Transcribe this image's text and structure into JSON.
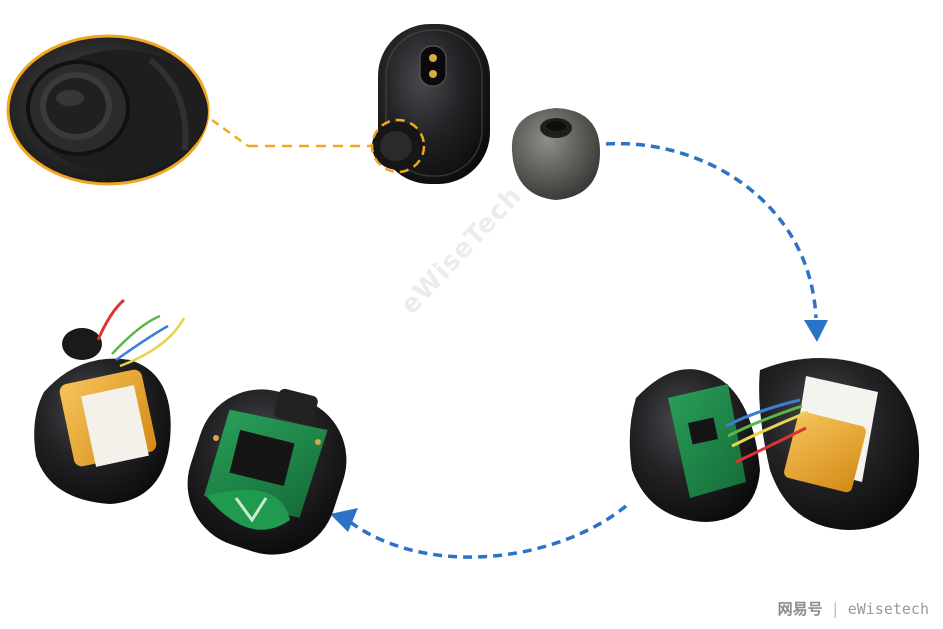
{
  "watermark": {
    "text": "eWiseTech"
  },
  "credit": {
    "platform": "网易号",
    "separator": "|",
    "author": "eWisetech"
  },
  "colors": {
    "callout": "#f0a820",
    "arrow": "#2a73c7",
    "pcb": "#1f8a4a",
    "battery": "#e8a428",
    "shell": "#1a1a1c"
  },
  "icons": {
    "arrow_head": "triangle-arrowhead-icon",
    "zoom_callout": "magnifier-callout-icon"
  }
}
